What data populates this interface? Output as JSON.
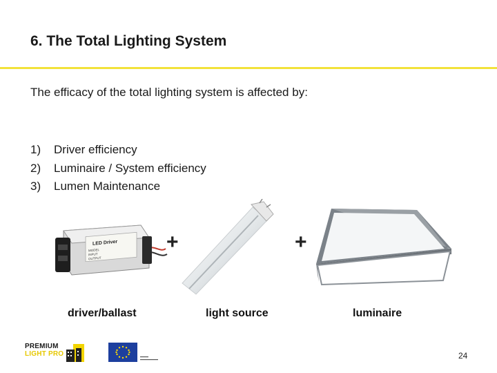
{
  "slide": {
    "title": "6. The Total Lighting System",
    "intro": "The efficacy of the total lighting system is affected by:",
    "factors": [
      {
        "num": "1)",
        "text": "Driver efficiency"
      },
      {
        "num": "2)",
        "text": "Luminaire / System efficiency"
      },
      {
        "num": "3)",
        "text": "Lumen Maintenance"
      }
    ],
    "plus_symbol": "+",
    "captions": [
      "driver/ballast",
      "light source",
      "luminaire"
    ],
    "page_number": "24",
    "driver_label_lines": [
      "LED Driver",
      "MODEL",
      "INPUT",
      "OUTPUT"
    ]
  },
  "logo": {
    "line1": "PREMIUM",
    "line2": "LIGHT PRO"
  },
  "colors": {
    "accent_rule": "#f2e23a",
    "eu_blue": "#1d3f9e",
    "eu_star": "#ffdd00"
  }
}
